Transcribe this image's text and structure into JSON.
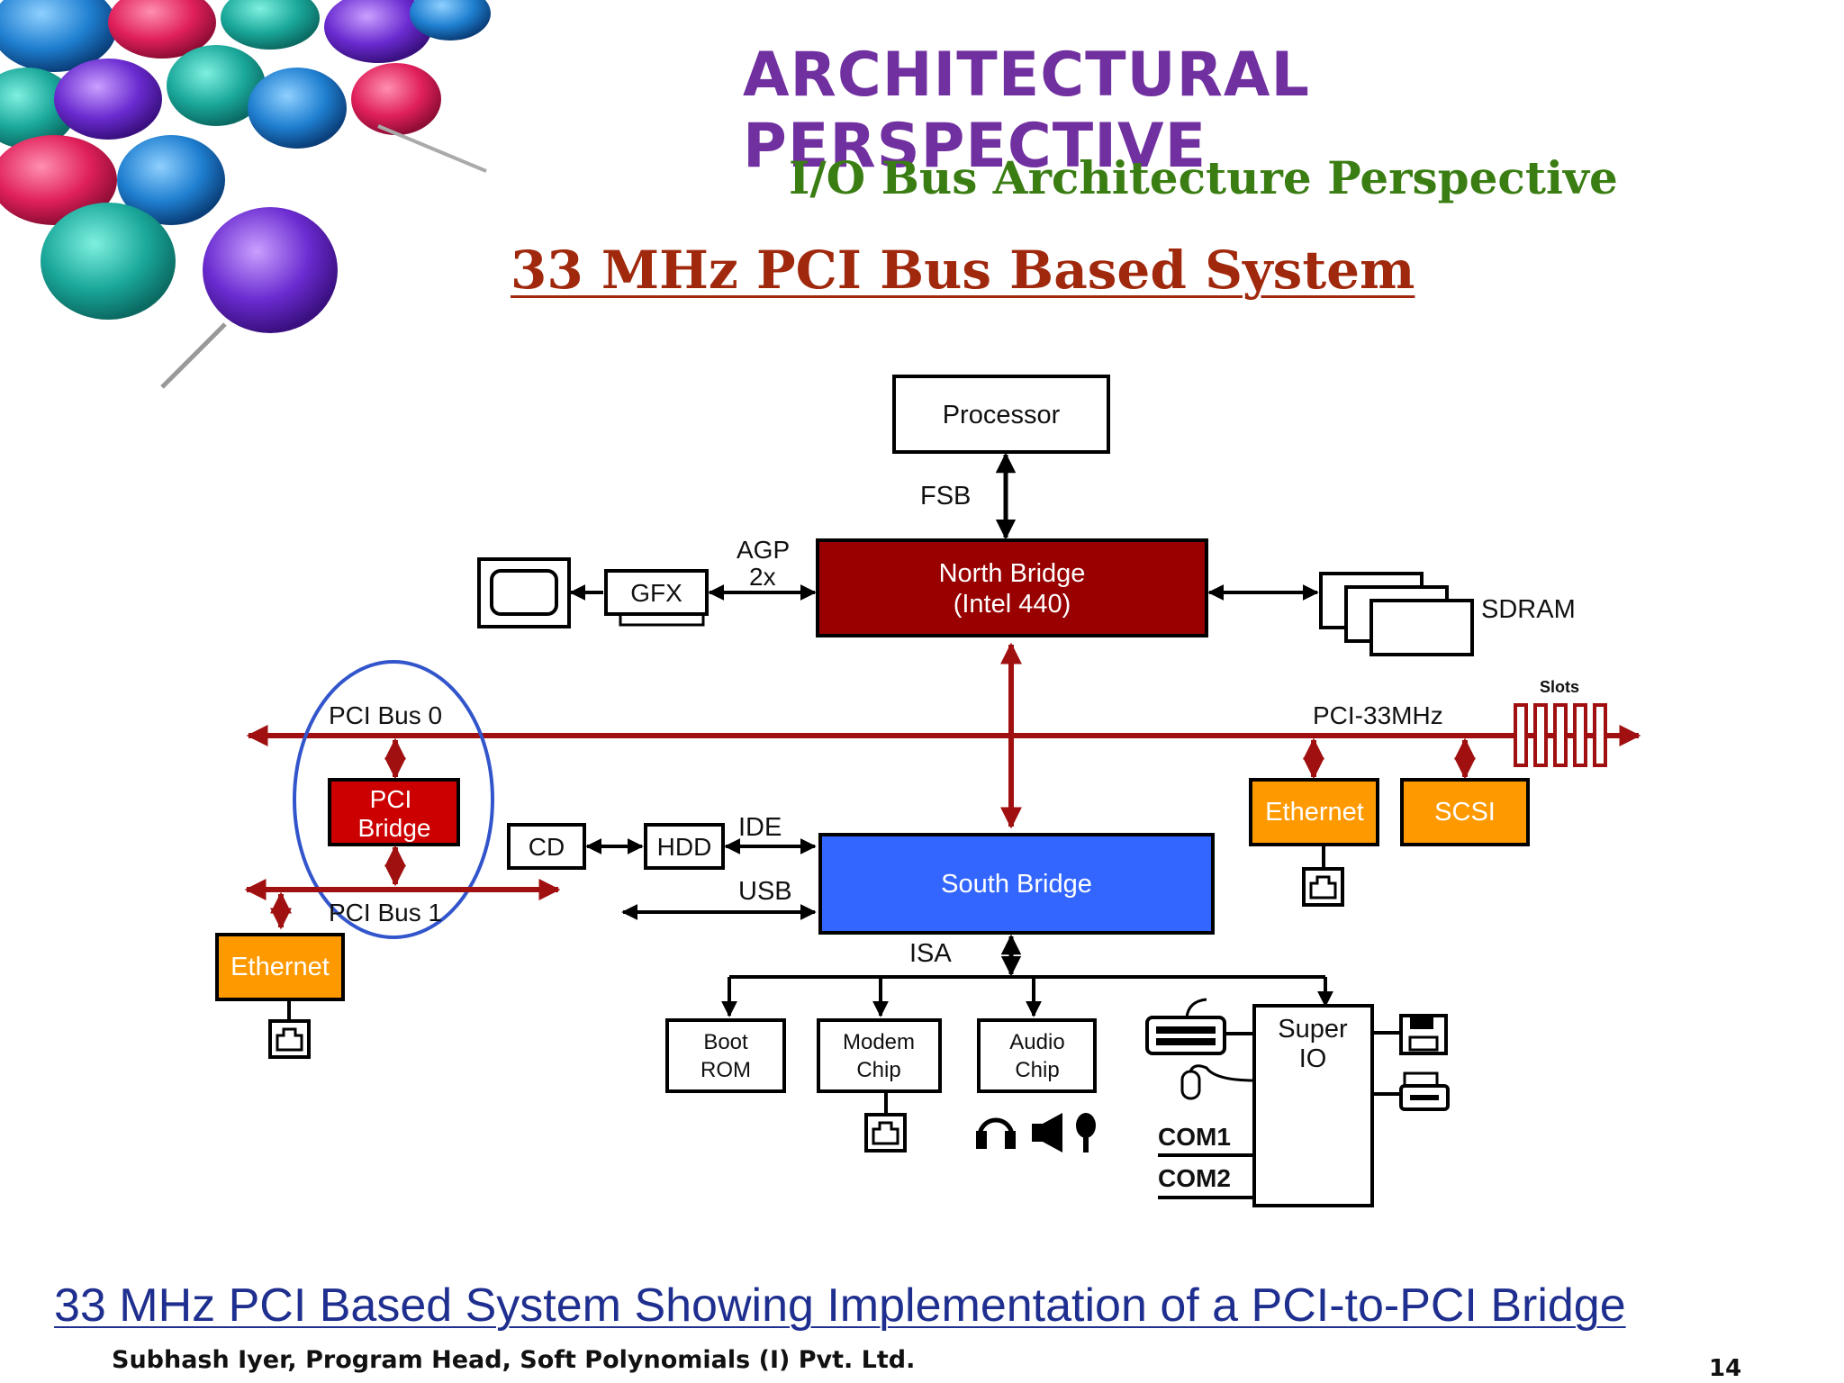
{
  "slide": {
    "title": "ARCHITECTURAL PERSPECTIVE",
    "subtitle": "I/O Bus Architecture Perspective",
    "heading": "33 MHz PCI Bus Based System",
    "caption": "33 MHz PCI Based System Showing Implementation of a PCI-to-PCI Bridge",
    "footer": "Subhash Iyer, Program Head, Soft Polynomials (I) Pvt. Ltd.",
    "page_number": "14"
  },
  "decoration": {
    "icon": "push-pins-image"
  },
  "diagram": {
    "processor": "Processor",
    "fsb": "FSB",
    "agp_line1": "AGP",
    "agp_line2": "2x",
    "gfx": "GFX",
    "north_bridge_line1": "North Bridge",
    "north_bridge_line2": "(Intel 440)",
    "sdram": "SDRAM",
    "pci_bus_0": "PCI Bus 0",
    "pci_33mhz": "PCI-33MHz",
    "slots": "Slots",
    "pci_bridge_line1": "PCI",
    "pci_bridge_line2": "Bridge",
    "pci_bus_1": "PCI Bus 1",
    "ethernet_left": "Ethernet",
    "ethernet_right": "Ethernet",
    "scsi": "SCSI",
    "cd": "CD",
    "hdd": "HDD",
    "ide": "IDE",
    "usb": "USB",
    "south_bridge": "South Bridge",
    "isa": "ISA",
    "boot_rom_line1": "Boot",
    "boot_rom_line2": "ROM",
    "modem_line1": "Modem",
    "modem_line2": "Chip",
    "audio_line1": "Audio",
    "audio_line2": "Chip",
    "super_io_line1": "Super",
    "super_io_line2": "IO",
    "com1": "COM1",
    "com2": "COM2"
  },
  "colors": {
    "title": "#7030a0",
    "subtitle": "#3a7d13",
    "heading": "#a0280c",
    "caption": "#1f2f8f",
    "bus_red": "#a01010",
    "north_bridge": "#990000",
    "pci_bridge": "#cc0000",
    "south_bridge": "#3366ff",
    "peripheral_orange": "#ff9900",
    "highlight_circle": "#3355cc"
  }
}
